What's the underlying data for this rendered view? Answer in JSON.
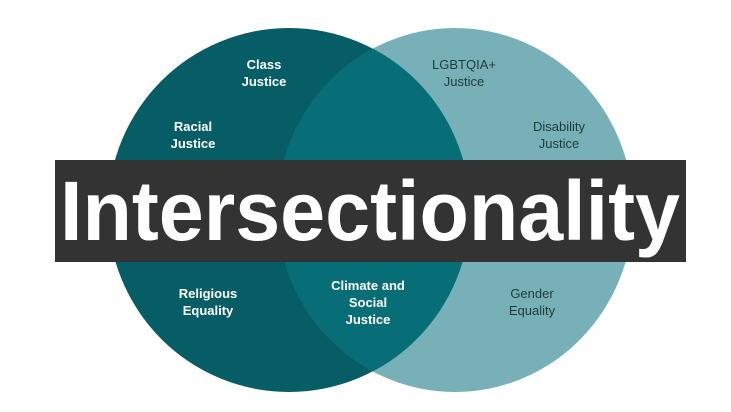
{
  "title": "Intersectionality",
  "colors": {
    "left_circle": "#065d65",
    "right_circle": "#77b1b7",
    "overlap": "#076e78",
    "banner": "#333333"
  },
  "left_labels": {
    "class": [
      "Class",
      "Justice"
    ],
    "racial": [
      "Racial",
      "Justice"
    ],
    "religious": [
      "Religious",
      "Equality"
    ]
  },
  "overlap_labels": {
    "climate": [
      "Climate and",
      "Social",
      "Justice"
    ]
  },
  "right_labels": {
    "lgbtqia": [
      "LGBTQIA+",
      "Justice"
    ],
    "disability": [
      "Disability",
      "Justice"
    ],
    "gender": [
      "Gender",
      "Equality"
    ]
  }
}
